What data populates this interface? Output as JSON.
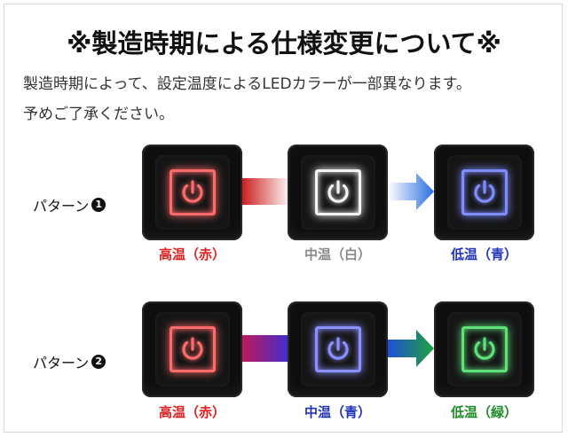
{
  "title": "※製造時期による仕様変更について※",
  "description": {
    "line1": "製造時期によって、設定温度によるLEDカラーが一部異なります。",
    "line2": "予めご了承ください。"
  },
  "patterns": [
    {
      "label": "パターン",
      "number": "1",
      "switches": [
        {
          "caption": "高温（赤）",
          "caption_color": "#e02020",
          "led_color": "#ff6a6a"
        },
        {
          "caption": "中温（白）",
          "caption_color": "#8a8a8a",
          "led_color": "#f2f2f2"
        },
        {
          "caption": "低温（青）",
          "caption_color": "#2233bb",
          "led_color": "#7f8cff"
        }
      ],
      "connector_colors": [
        "#cc1a1a",
        "#ffffff"
      ],
      "arrow_colors": [
        "#ffffff",
        "#2a6fe0"
      ]
    },
    {
      "label": "パターン",
      "number": "2",
      "switches": [
        {
          "caption": "高温（赤）",
          "caption_color": "#e02020",
          "led_color": "#ff6a6a"
        },
        {
          "caption": "中温（青）",
          "caption_color": "#2233bb",
          "led_color": "#8a90ff"
        },
        {
          "caption": "低温（緑）",
          "caption_color": "#1f8a2a",
          "led_color": "#5fe07a"
        }
      ],
      "connector_colors": [
        "#c2185b",
        "#3b2fd0"
      ],
      "arrow_colors": [
        "#1e4fd8",
        "#1fa33c"
      ]
    }
  ]
}
